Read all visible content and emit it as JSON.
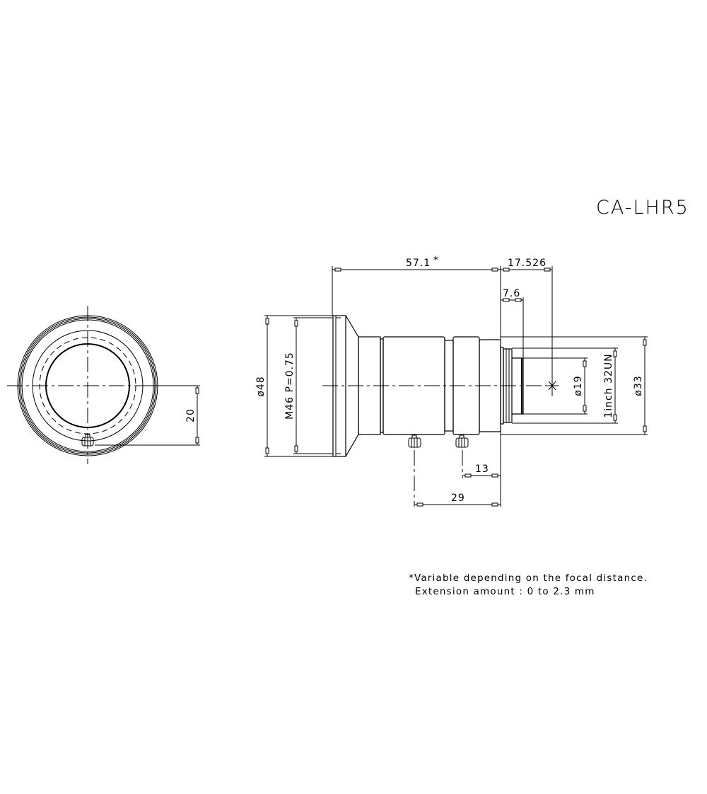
{
  "drawing": {
    "model": "CA-LHR5",
    "front_view": {
      "offset_dimension": "20"
    },
    "side_view": {
      "dimensions": {
        "length_variable": "57.1",
        "length_variable_marker": "*",
        "flange_back": "17.526",
        "mount_depth": "7.6",
        "front_diameter": "ø48",
        "filter_thread": "M46  P=0.75",
        "rear_diameter": "ø33",
        "mount_thread": "1inch  32UN",
        "rear_opening": "ø19",
        "screw_offset_near": "13",
        "screw_offset_far": "29"
      }
    },
    "notes": {
      "line1": "*Variable depending on the focal distance.",
      "line2": "Extension amount : 0 to 2.3 mm"
    }
  }
}
